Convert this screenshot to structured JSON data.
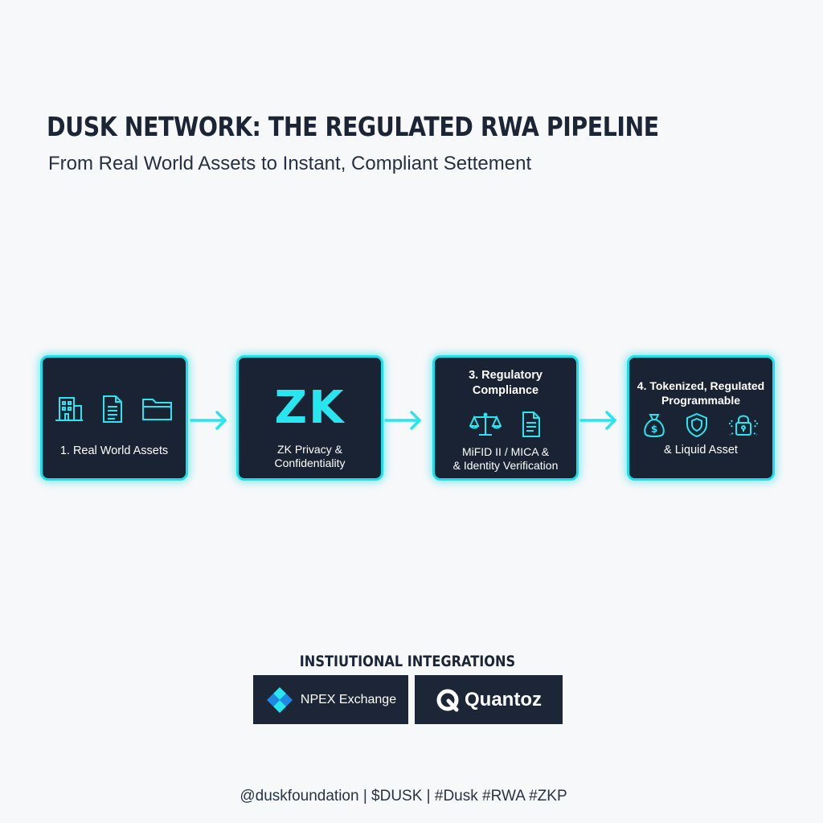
{
  "header": {
    "title": "DUSK NETWORK: THE REGULATED RWA PIPELINE",
    "subtitle": "From Real World Assets to Instant, Compliant Settement"
  },
  "pipeline": {
    "accent_color": "#19dfe9",
    "box_color": "#1a2334",
    "steps": [
      {
        "label": "1. Real World Assets",
        "icons": [
          "building-icon",
          "document-icon",
          "folder-icon"
        ]
      },
      {
        "logo": "ZK",
        "label_line1": "ZK Privacy &",
        "label_line2": "Confidentiality"
      },
      {
        "head_line1": "3. Regulatory",
        "head_line2": "Compliance",
        "label_line1": "MiFID II / MICA &",
        "label_line2": "& Identity Verification",
        "icons": [
          "scales-icon",
          "document-icon"
        ]
      },
      {
        "head_line1": "4. Tokenized, Regulated",
        "head_line2": "Programmable",
        "label": "& Liquid Asset",
        "icons": [
          "money-bag-icon",
          "shield-icon",
          "padlock-icon"
        ]
      }
    ]
  },
  "integrations": {
    "title": "INSTIUTIONAL INTEGRATIONS",
    "partners": [
      {
        "name": "NPEX Exchange",
        "icon": "npex-logo-icon"
      },
      {
        "name": "Quantoz",
        "icon": "quantoz-logo-icon"
      }
    ]
  },
  "footer": {
    "text": "@duskfoundation | $DUSK | #Dusk #RWA #ZKP"
  }
}
